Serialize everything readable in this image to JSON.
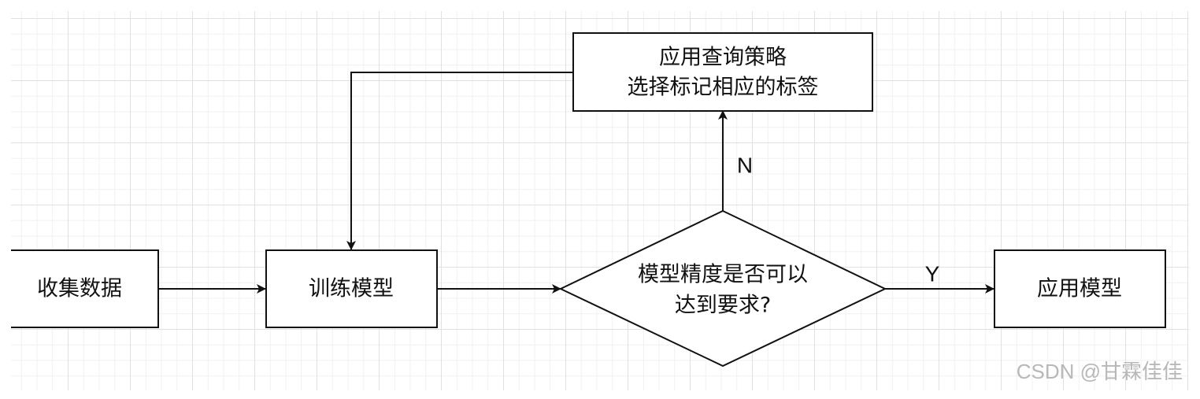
{
  "nodes": {
    "collect": {
      "label": "收集数据"
    },
    "train": {
      "label": "训练模型"
    },
    "decision": {
      "line1": "模型精度是否可以",
      "line2": "达到要求?"
    },
    "query": {
      "line1": "应用查询策略",
      "line2": "选择标记相应的标签"
    },
    "apply": {
      "label": "应用模型"
    }
  },
  "edges": {
    "no_label": "N",
    "yes_label": "Y"
  },
  "watermark": "CSDN @甘霖佳佳",
  "colors": {
    "stroke": "#111111",
    "grid": "#e1e1e1",
    "watermark": "#b8b8b8"
  }
}
